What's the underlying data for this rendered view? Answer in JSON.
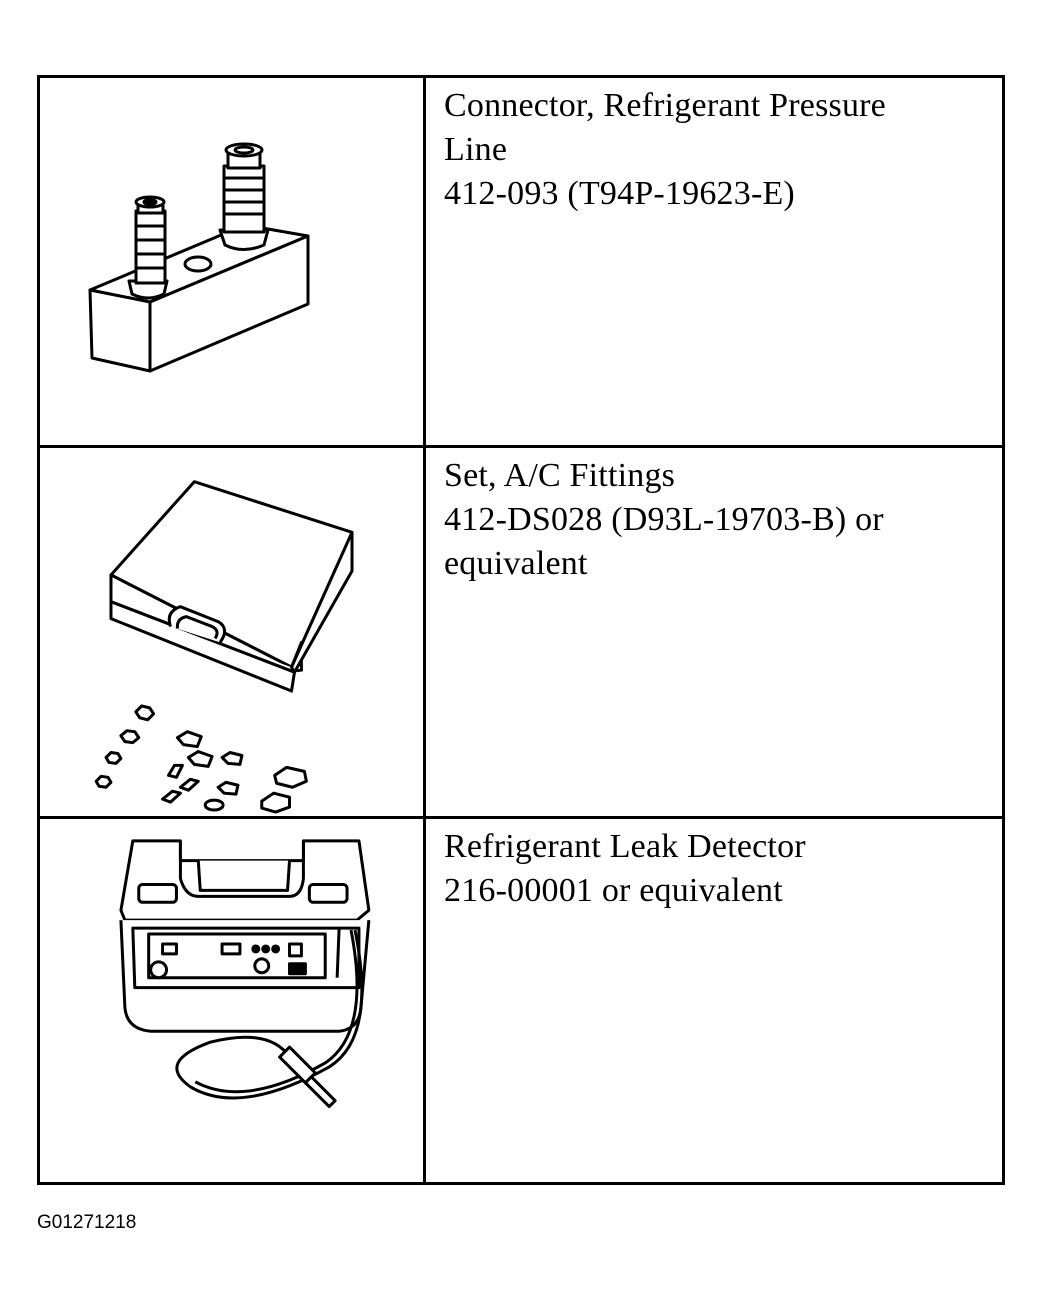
{
  "tools": [
    {
      "icon": "pressure-line-connector-icon",
      "lines": [
        "Connector, Refrigerant Pressure",
        "Line",
        "412-093 (T94P-19623-E)"
      ]
    },
    {
      "icon": "ac-fittings-set-icon",
      "lines": [
        "Set, A/C Fittings",
        "412-DS028 (D93L-19703-B) or",
        "equivalent"
      ]
    },
    {
      "icon": "leak-detector-icon",
      "lines": [
        "Refrigerant Leak Detector",
        "216-00001 or equivalent"
      ]
    }
  ],
  "figure_id": "G01271218"
}
